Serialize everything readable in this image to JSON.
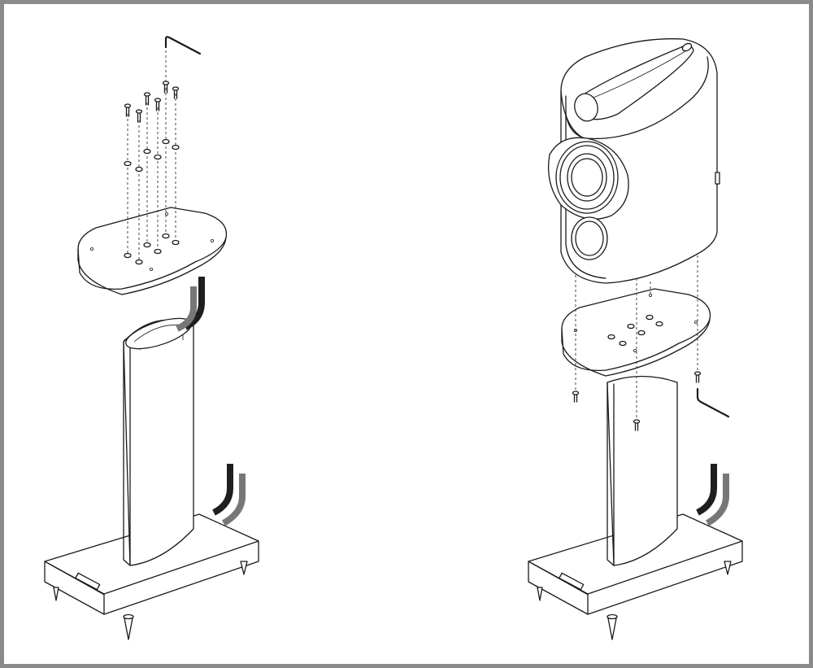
{
  "figure": {
    "panels": [
      {
        "id": "left",
        "subject": "stand-assembly-with-bolts"
      },
      {
        "id": "right",
        "subject": "speaker-mount-on-stand"
      }
    ],
    "brand_plate_text": "",
    "colors": {
      "frame": "#8a8a8a",
      "line": "#1a1a1a",
      "cable_dark": "#1f1f1f",
      "cable_grey": "#777777",
      "background": "#ffffff"
    }
  }
}
